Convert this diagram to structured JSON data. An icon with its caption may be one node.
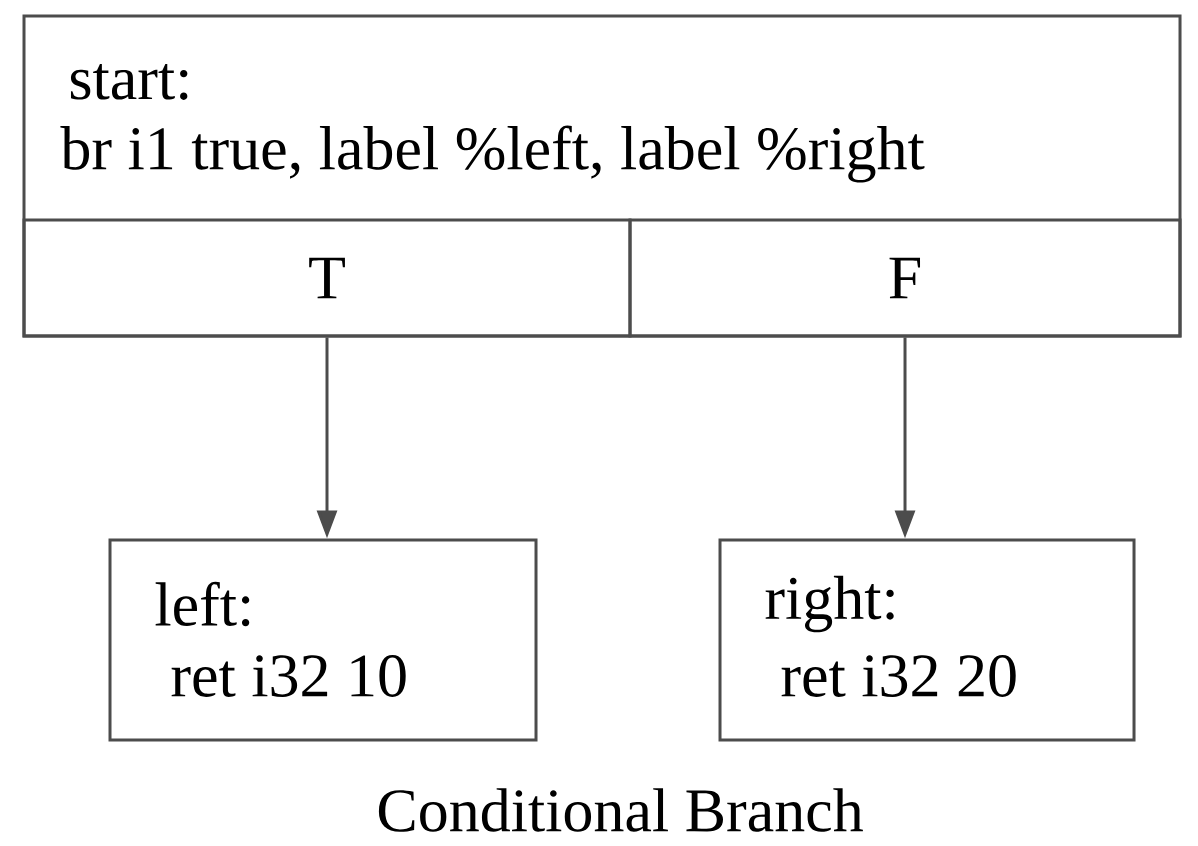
{
  "diagram": {
    "caption": "Conditional Branch",
    "nodes": [
      {
        "text": [
          "start:",
          "br i1 true, label %left, label %right"
        ]
      },
      {
        "text": [
          "T"
        ],
        "in": 0
      },
      {
        "text": [
          "F"
        ],
        "in": 0
      },
      {
        "text": [
          "left:",
          "ret i32 10"
        ]
      },
      {
        "text": [
          "right:",
          "ret i32 20"
        ]
      }
    ],
    "edges": [
      {
        "from": 1,
        "to": 3,
        "arrow": "to"
      },
      {
        "from": 2,
        "to": 4,
        "arrow": "to"
      }
    ]
  }
}
